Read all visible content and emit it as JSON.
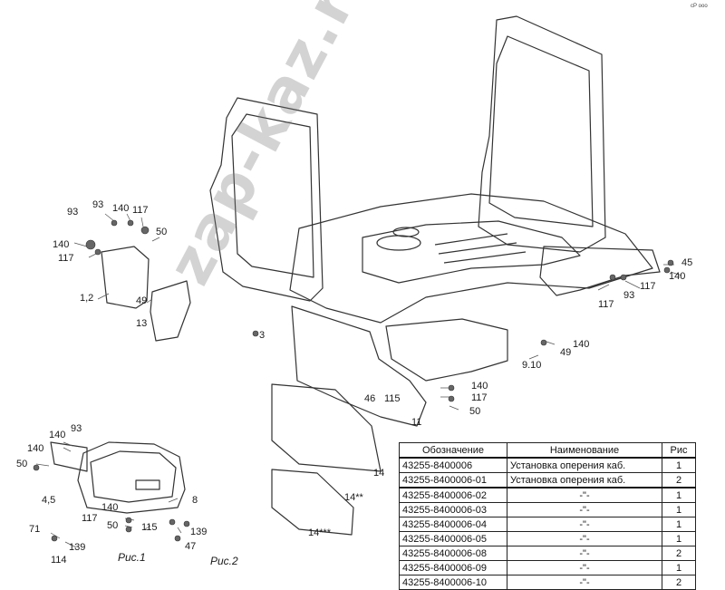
{
  "corner_mark": "сР ооо",
  "watermark": "zap-kaz.ru",
  "figures": {
    "fig1_caption": "Рис.1",
    "fig2_caption": "Рис.2"
  },
  "callouts": {
    "l93a": "93",
    "l93b": "93",
    "l140a": "140",
    "l117a": "117",
    "l140b": "140",
    "l117b": "117",
    "l50a": "50",
    "l1_2": "1,2",
    "l49a": "49",
    "l13": "13",
    "l3": "3",
    "r45": "45",
    "r140a": "140",
    "r117a": "117",
    "r93": "93",
    "r117b": "117",
    "r140b": "140",
    "r49": "49",
    "r9_10": "9.10",
    "m140": "140",
    "m117": "117",
    "m50": "50",
    "m46": "46",
    "m115": "115",
    "m11": "11",
    "m14": "14",
    "m14b": "14**",
    "m14c": "14***",
    "f140a": "140",
    "f93": "93",
    "f140b": "140",
    "f50": "50",
    "f4_5": "4,5",
    "f8": "8",
    "f140c": "140",
    "f117": "117",
    "f50b": "50",
    "f115": "115",
    "f139a": "139",
    "f71": "71",
    "f139b": "139",
    "f47": "47",
    "f114": "114"
  },
  "spec_table": {
    "headers": [
      "Обозначение",
      "Наименование",
      "Рис"
    ],
    "rows": [
      {
        "code": "43255-8400006",
        "name": "Установка оперения каб.",
        "fig": "1"
      },
      {
        "code": "43255-8400006-01",
        "name": "Установка оперения каб.",
        "fig": "2"
      },
      {
        "code": "43255-8400006-02",
        "name": "-\"-",
        "fig": "1"
      },
      {
        "code": "43255-8400006-03",
        "name": "-\"-",
        "fig": "1"
      },
      {
        "code": "43255-8400006-04",
        "name": "-\"-",
        "fig": "1"
      },
      {
        "code": "43255-8400006-05",
        "name": "-\"-",
        "fig": "1"
      },
      {
        "code": "43255-8400006-08",
        "name": "-\"-",
        "fig": "2"
      },
      {
        "code": "43255-8400006-09",
        "name": "-\"-",
        "fig": "1"
      },
      {
        "code": "43255-8400006-10",
        "name": "-\"-",
        "fig": "2"
      }
    ]
  }
}
